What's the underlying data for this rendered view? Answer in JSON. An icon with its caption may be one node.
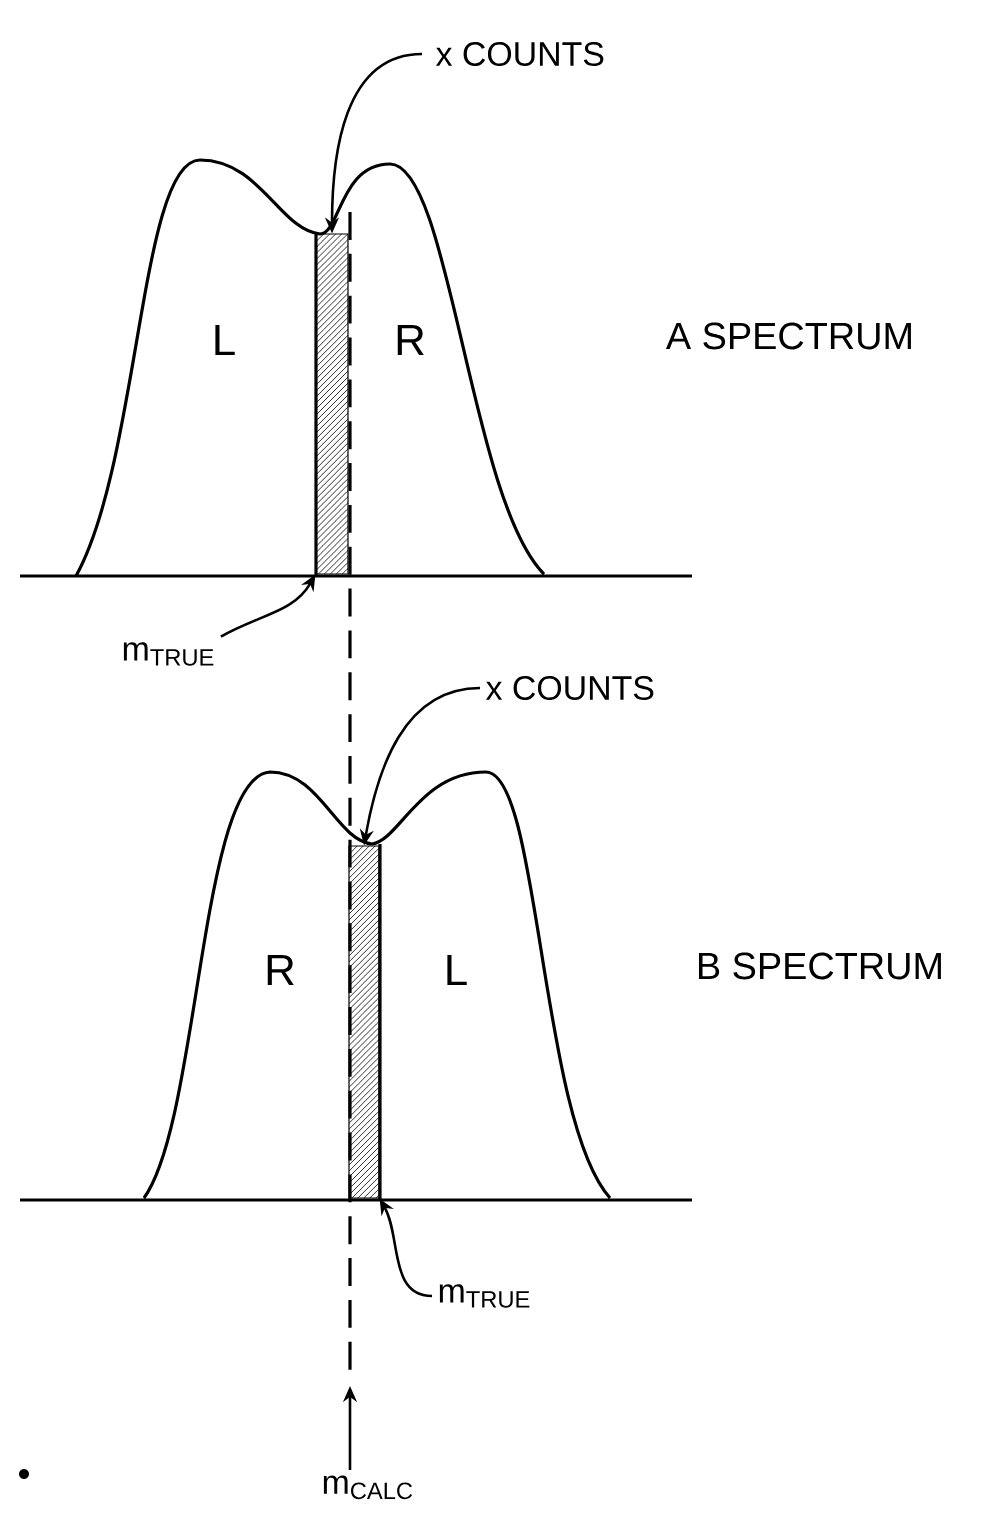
{
  "diagram": {
    "nodes": [
      {
        "text": [
          "x COUNTS"
        ]
      },
      {
        "text": [],
        "shape": "bar"
      },
      {
        "text": [
          "m$_{TRUE}$"
        ]
      },
      {
        "text": [
          "x COUNTS"
        ]
      },
      {
        "text": [],
        "shape": "bar"
      },
      {
        "text": [
          "m$_{TRUE}$"
        ]
      },
      {
        "text": [
          "m$_{CALC}$"
        ]
      }
    ],
    "edges": [
      {
        "from": 0,
        "to": 1,
        "arrow": "to"
      },
      {
        "from": 2,
        "to": 1,
        "arrow": "to"
      },
      {
        "from": 3,
        "to": 4,
        "arrow": "to"
      },
      {
        "from": 5,
        "to": 4,
        "arrow": "to"
      },
      {
        "from": 6,
        "to": null,
        "arrow": "to"
      }
    ],
    "labels": [
      "L",
      "R",
      "A SPECTRUM",
      "R",
      "L",
      "B SPECTRUM"
    ]
  }
}
